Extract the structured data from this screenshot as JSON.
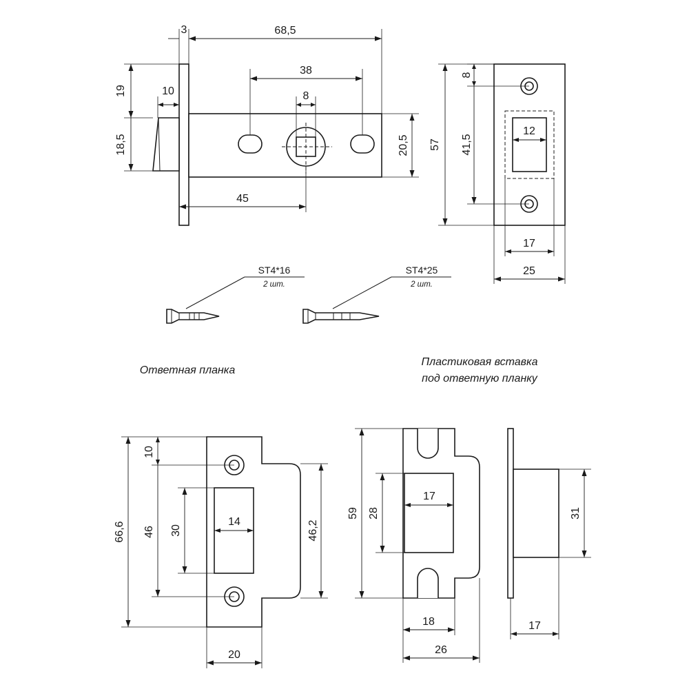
{
  "latch_side": {
    "faceplate_thickness": "3",
    "backset_total": "68,5",
    "face_to_bolt_offset": "19",
    "bolt_projection": "10",
    "hole_spacing": "38",
    "square_size": "8",
    "bolt_height": "18,5",
    "body_height": "20,5",
    "backset": "45"
  },
  "latch_front": {
    "top_hole_offset": "8",
    "faceplate_height": "57",
    "hole_spacing": "41,5",
    "bolt_width": "12",
    "inner_width": "17",
    "faceplate_width": "25"
  },
  "screws": [
    {
      "spec": "ST4*16",
      "qty": "2 шт."
    },
    {
      "spec": "ST4*25",
      "qty": "2 шт."
    }
  ],
  "captions": {
    "strike_plate": "Ответная планка",
    "insert_line1": "Пластиковая вставка",
    "insert_line2": "под ответную планку"
  },
  "strike_plate": {
    "height": "66,6",
    "top_offset": "10",
    "hole_spacing": "46",
    "window_height": "30",
    "window_width": "14",
    "lip_height": "46,2",
    "width": "20"
  },
  "plastic_insert": {
    "height": "59",
    "pocket_height": "28",
    "pocket_width": "17",
    "inner_width": "18",
    "width": "26"
  },
  "insert_side": {
    "box_height": "31",
    "depth": "17"
  }
}
